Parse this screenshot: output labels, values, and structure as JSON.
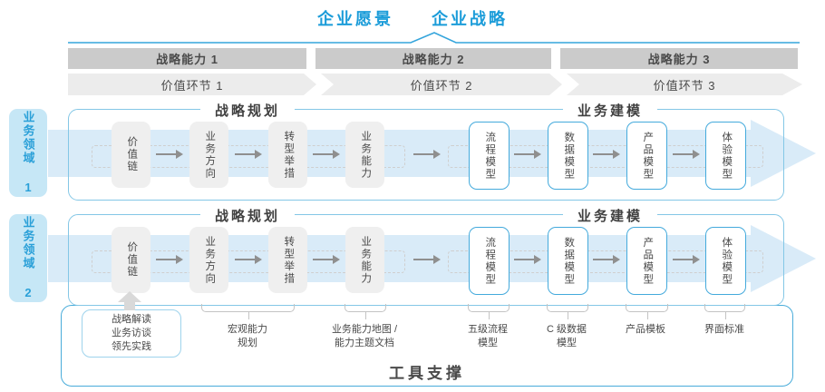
{
  "title": {
    "vision": "企业愿景",
    "strategy": "企业战略"
  },
  "strategic_capabilities": [
    {
      "label": "战略能力 1"
    },
    {
      "label": "战略能力 2"
    },
    {
      "label": "战略能力 3"
    }
  ],
  "value_links": [
    {
      "label": "价值环节 1"
    },
    {
      "label": "价值环节 2"
    },
    {
      "label": "价值环节 3"
    }
  ],
  "business_domains": [
    {
      "label": "业务领域 1"
    },
    {
      "label": "业务领域 2"
    }
  ],
  "row_sections": {
    "strategic_planning": "战略规划",
    "business_modeling": "业务建模"
  },
  "flow_boxes": {
    "strategy": [
      {
        "label": "价值链"
      },
      {
        "label": "业务方向"
      },
      {
        "label": "转型举措"
      },
      {
        "label": "业务能力"
      }
    ],
    "modeling": [
      {
        "label": "流程模型"
      },
      {
        "label": "数据模型"
      },
      {
        "label": "产品模型"
      },
      {
        "label": "体验模型"
      }
    ]
  },
  "annotations": {
    "practice_box": "战略解读\n业务访谈\n领先实践",
    "macro_capability": "宏观能力\n规划",
    "capability_map": "业务能力地图 /\n能力主题文档",
    "process_model": "五级流程\n模型",
    "data_model": "C 级数据\n模型",
    "product_template": "产品模板",
    "ui_standard": "界面标准"
  },
  "footer": {
    "tool_support": "工具支撑"
  },
  "colors": {
    "accent_blue": "#1b9cd9",
    "domain_fill": "#c6e7f6",
    "band_blue": "#d9ebf8",
    "capability_bar_gray": "#cbcbcb",
    "value_band_gray": "#ececec",
    "box_gray": "#efefef",
    "box_border_blue": "#44aadc",
    "text_dark": "#4a4a4a"
  }
}
